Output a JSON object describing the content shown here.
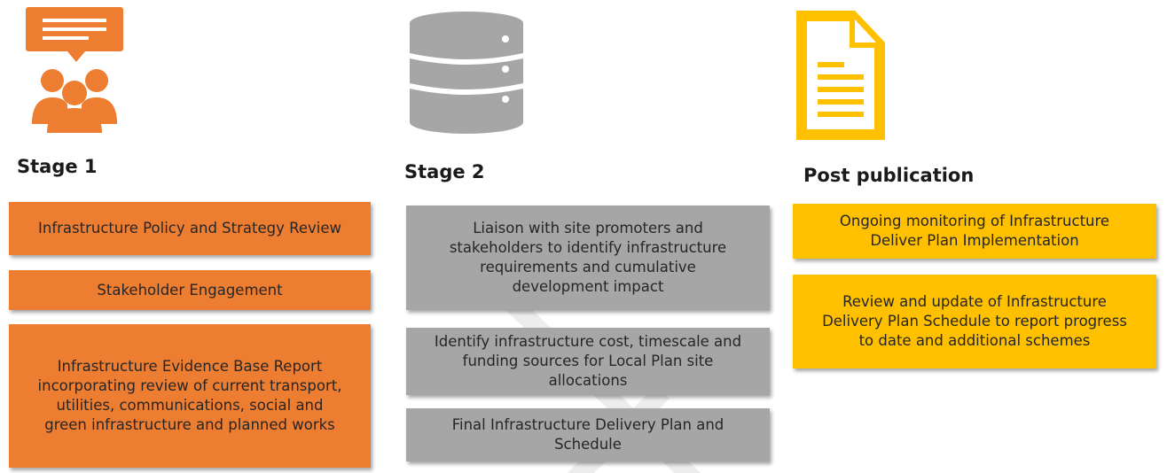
{
  "colors": {
    "stage1": "#ED7D31",
    "stage2": "#A6A6A6",
    "post": "#FFC000",
    "watermark": "#EDEDED"
  },
  "icons": {
    "stage1": "people-speech-bubble-icon",
    "stage2": "database-icon",
    "post": "document-icon"
  },
  "stage1": {
    "heading": "Stage 1",
    "boxes": [
      "Infrastructure Policy and Strategy Review",
      "Stakeholder Engagement",
      "Infrastructure Evidence Base Report\nincorporating review of current transport,\nutilities, communications, social and\ngreen infrastructure and planned works"
    ]
  },
  "stage2": {
    "heading": "Stage 2",
    "boxes": [
      "Liaison with site promoters and\nstakeholders to identify infrastructure\nrequirements and cumulative\ndevelopment impact",
      "Identify infrastructure cost, timescale and\nfunding sources for Local Plan site\nallocations",
      "Final Infrastructure Delivery Plan and\nSchedule"
    ]
  },
  "post": {
    "heading": "Post publication",
    "boxes": [
      "Ongoing monitoring of Infrastructure\nDeliver Plan Implementation",
      "Review and update of Infrastructure\nDelivery Plan Schedule to report progress\nto date and additional schemes"
    ]
  }
}
